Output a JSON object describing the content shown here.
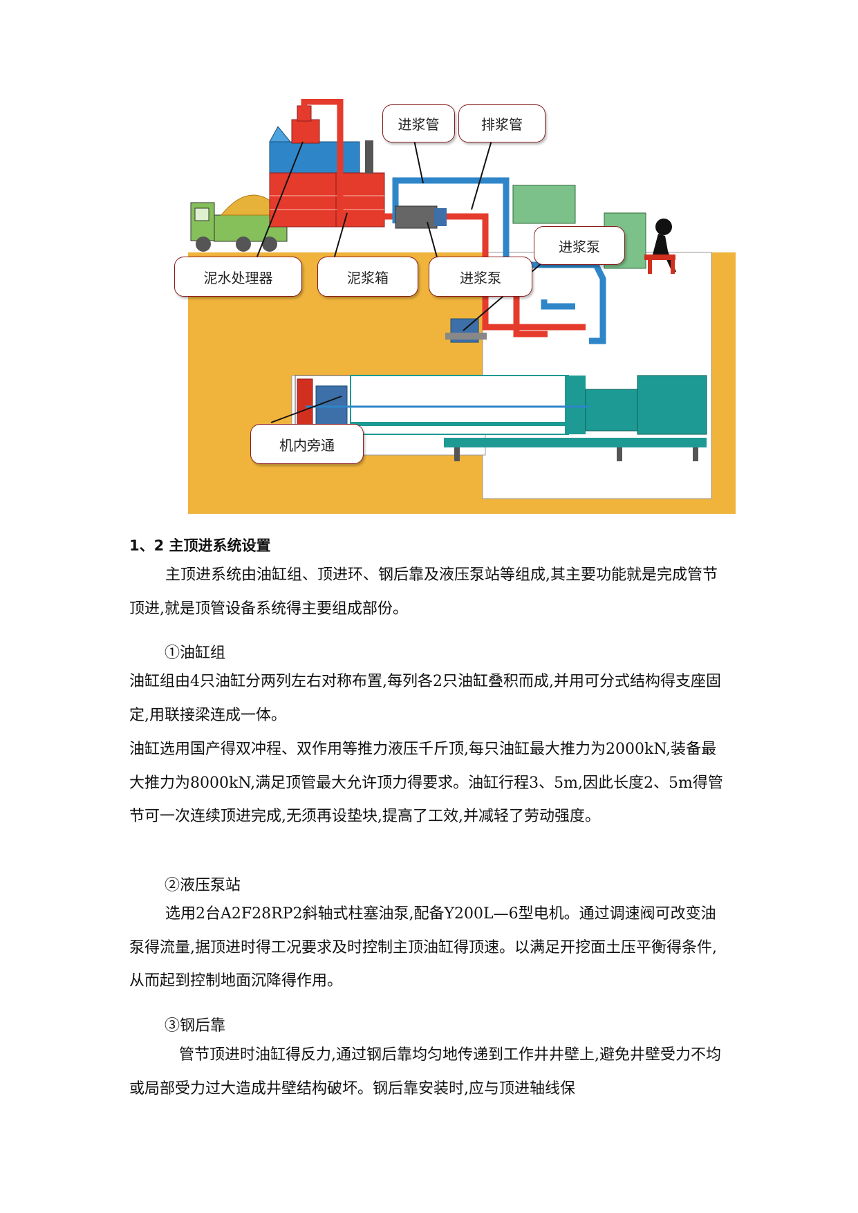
{
  "figure": {
    "callouts": {
      "feed_pipe": "进浆管",
      "discharge_pipe": "排浆管",
      "feed_pump_right": "进浆泵",
      "slurry_processor": "泥水处理器",
      "slurry_tank": "泥浆箱",
      "feed_pump_left": "进浆泵",
      "machine_bypass": "机内旁通"
    }
  },
  "section": {
    "heading": "1、2  主顶进系统设置",
    "intro": "主顶进系统由油缸组、顶进环、钢后靠及液压泵站等组成,其主要功能就是完成管节顶进,就是顶管设备系统得主要组成部份。",
    "sub1": "①油缸组",
    "p1": "油缸组由4只油缸分两列左右对称布置,每列各2只油缸叠积而成,并用可分式结构得支座固定,用联接梁连成一体。",
    "p2": "油缸选用国产得双冲程、双作用等推力液压千斤顶,每只油缸最大推力为2000kN,装备最大推力为8000kN,满足顶管最大允许顶力得要求。油缸行程3、5m,因此长度2、5m得管节可一次连续顶进完成,无须再设垫块,提高了工效,并减轻了劳动强度。",
    "sub2": "②液压泵站",
    "p3": "选用2台A2F28RP2斜轴式柱塞油泵,配备Y200L—6型电机。通过调速阀可改变油泵得流量,据顶进时得工况要求及时控制主顶油缸得顶速。以满足开挖面土压平衡得条件,从而起到控制地面沉降得作用。",
    "sub3": "③钢后靠",
    "p4": "管节顶进时油缸得反力,通过钢后靠均匀地传递到工作井井壁上,避免井壁受力不均或局部受力过大造成井壁结构破坏。钢后靠安装时,应与顶进轴线保"
  },
  "colors": {
    "soil": "#f0b43c",
    "equipment_red": "#e53b2c",
    "pipe_blue": "#2e86c9",
    "machine_teal": "#1d9a93",
    "callout_border": "#8a1c1c"
  }
}
